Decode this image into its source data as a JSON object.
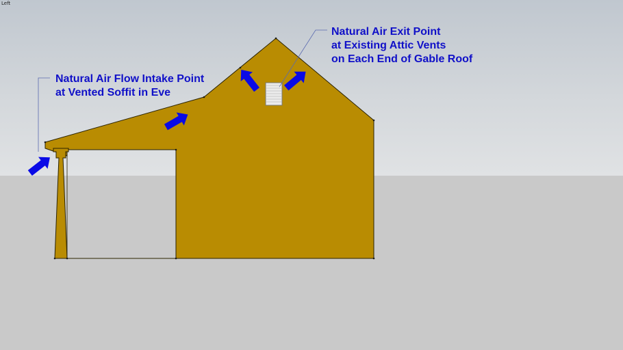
{
  "view": {
    "label": "Left"
  },
  "callouts": {
    "intake": {
      "line1": "Natural Air Flow Intake Point",
      "line2": "at Vented Soffit in Eve"
    },
    "exit": {
      "line1": "Natural Air Exit Point",
      "line2": "at Existing Attic Vents",
      "line3": "on Each End of Gable Roof"
    }
  },
  "colors": {
    "siding": "#b98c02",
    "arrow": "#0a0ae6",
    "callout_text": "#1010c8",
    "sky": "#d3d7db",
    "ground": "#c9c9c9"
  }
}
